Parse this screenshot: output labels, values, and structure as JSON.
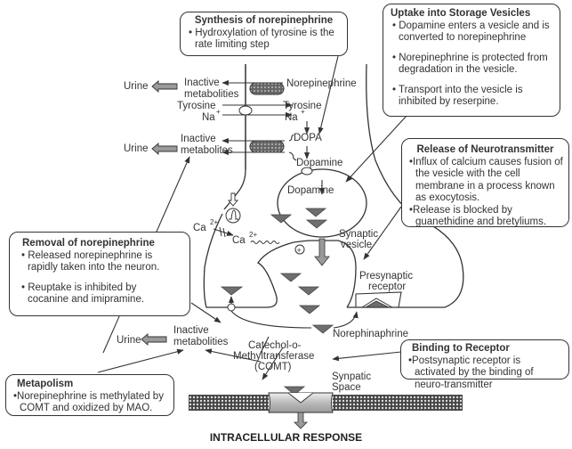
{
  "boxes": {
    "synthesis": {
      "title": "Synthesis of norepinephrine",
      "bullets": [
        "Hydroxylation of tyrosine is the rate limiting step"
      ]
    },
    "uptake": {
      "title": "Uptake into Storage Vesicles",
      "bullets": [
        "Dopamine enters a vesicle and is converted to norepinephrine",
        "Norepinephrine is protected from degradation in the vesicle.",
        "Transport into the vesicle is inhibited by reserpine."
      ]
    },
    "release": {
      "title": "Release of Neurotransmitter",
      "bullets": [
        "Influx of calcium causes fusion of the vesicle with the cell membrane in a process known as exocytosis.",
        "Release is blocked by guanethidine and bretyliums."
      ]
    },
    "removal": {
      "title": "Removal of norepinephrine",
      "bullets": [
        "Released norepinephrine is rapidly taken into the neuron.",
        "Reuptake is inhibited by cocanine and imipramine."
      ]
    },
    "binding": {
      "title": "Binding to Receptor",
      "bullets": [
        "Postsynaptic receptor is activated by the binding of neuro-transmitter"
      ]
    },
    "metabolism": {
      "title": "Metapolism",
      "bullets": [
        "Norepinephrine is methylated by COMT and oxidized by MAO."
      ]
    }
  },
  "labels": {
    "urine": "Urine",
    "inactive": "Inactive",
    "metabolities": "metabolities",
    "metabolites": "metabolites",
    "norepinephrine": "Norepinephrine",
    "tyrosine": "Tyrosine",
    "na": "Na",
    "plus": "+",
    "dopa": "DOPA",
    "dopamine": "Dopamine",
    "ca": "Ca",
    "ca_charge": "2+",
    "synaptic": "Synaptic",
    "vesicle": "vesicle",
    "presynaptic": "Presynaptic",
    "receptor": "receptor",
    "norephinaphrine": "Norephinaphrine",
    "comt1": "Catechol-o-",
    "comt2": "Methyltransferase",
    "comt3": "(COMT)",
    "synpatic": "Synpatic",
    "space": "Space",
    "plus_circle": "+"
  },
  "footer": "INTRACELLULAR RESPONSE",
  "colors": {
    "line": "#333333",
    "triangle": "#6e6e6e",
    "arrow_fill": "#9a9a9a",
    "pump": "#6a6a6a"
  }
}
